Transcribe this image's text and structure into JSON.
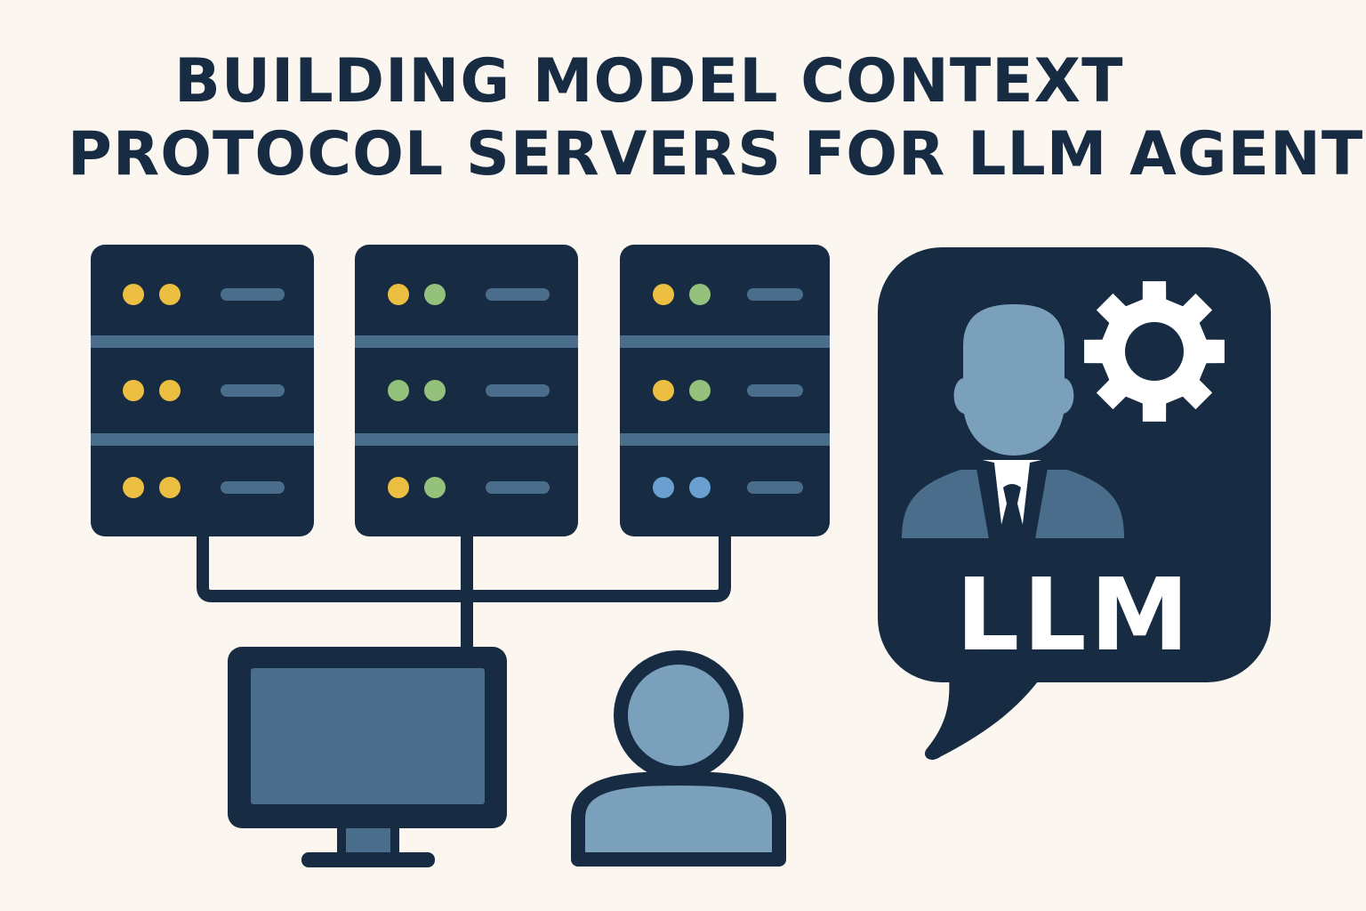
{
  "title": {
    "line1": "BUILDING MODEL CONTEXT",
    "line2": "PROTOCOL SERVERS FOR LLM AGENT"
  },
  "agent_bubble": {
    "label": "LLM"
  },
  "colors": {
    "background": "#fbf7f0",
    "dark_navy": "#172b42",
    "slate_blue": "#4a6d8c",
    "light_blue": "#7ba0bc",
    "led_yellow": "#ecbf42",
    "led_green": "#94c27c",
    "led_blue": "#6b9fd1",
    "white": "#ffffff"
  },
  "icons": [
    "server-rack-icon",
    "monitor-icon",
    "user-icon",
    "llm-agent-icon",
    "gear-icon",
    "speech-bubble-icon"
  ],
  "servers": [
    {
      "leds": [
        [
          "yellow",
          "yellow"
        ],
        [
          "yellow",
          "yellow"
        ],
        [
          "yellow",
          "yellow"
        ]
      ]
    },
    {
      "leds": [
        [
          "yellow",
          "green"
        ],
        [
          "green",
          "green"
        ],
        [
          "yellow",
          "green"
        ]
      ]
    },
    {
      "leds": [
        [
          "yellow",
          "green"
        ],
        [
          "yellow",
          "green"
        ],
        [
          "blue",
          "blue"
        ]
      ]
    }
  ]
}
